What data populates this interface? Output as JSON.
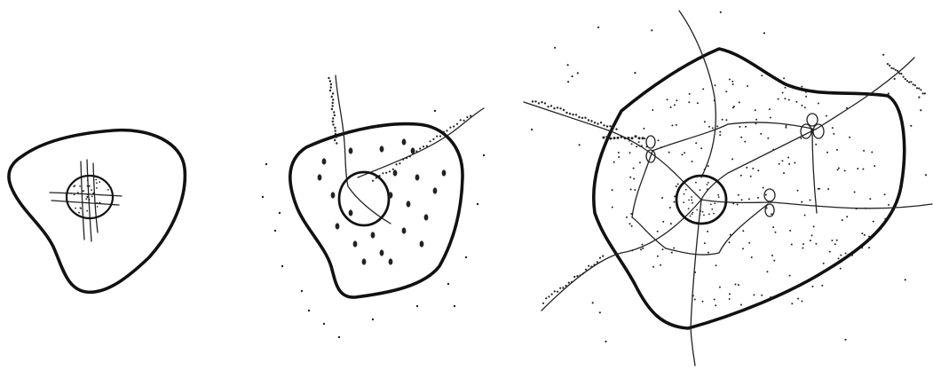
{
  "figure": {
    "panels": [
      {
        "id": "stage-1",
        "elements": [
          "outer-boundary",
          "central-nucleus",
          "crossing-lines"
        ]
      },
      {
        "id": "stage-2",
        "elements": [
          "outer-boundary",
          "central-nucleus",
          "internal-spots",
          "radiating-paths",
          "scattered-dots"
        ]
      },
      {
        "id": "stage-3",
        "elements": [
          "outer-boundary",
          "central-nucleus",
          "internal-network",
          "branch-nodes",
          "radiating-paths",
          "scattered-dots"
        ]
      }
    ],
    "colors": {
      "stroke": "#111111",
      "background": "#ffffff"
    }
  }
}
